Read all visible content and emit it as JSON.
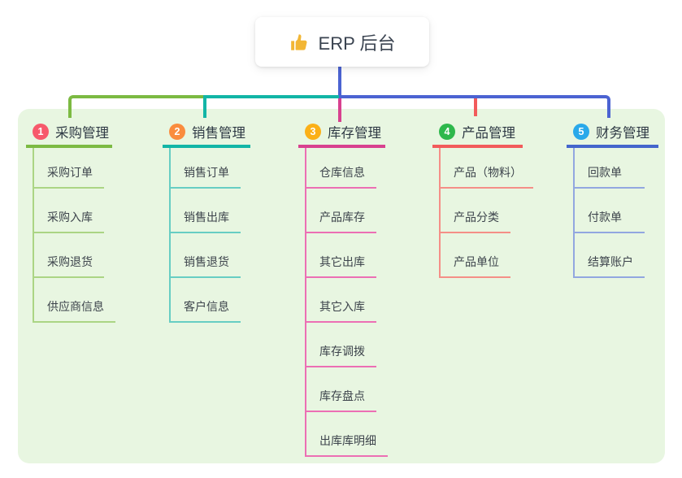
{
  "root": {
    "title": "ERP 后台",
    "icon": "thumbs-up",
    "icon_color": "#f2b636",
    "stem_color": "#4b63d2"
  },
  "panel": {
    "background_color": "#e8f6e1"
  },
  "branches": [
    {
      "index": "1",
      "label": "采购管理",
      "badge_color": "#f7596b",
      "line_color": "#7cba42",
      "child_line_color": "#abd584",
      "children": [
        "采购订单",
        "采购入库",
        "采购退货",
        "供应商信息"
      ]
    },
    {
      "index": "2",
      "label": "销售管理",
      "badge_color": "#fa8c3e",
      "line_color": "#12b5a6",
      "child_line_color": "#67cdc3",
      "children": [
        "销售订单",
        "销售出库",
        "销售退货",
        "客户信息"
      ]
    },
    {
      "index": "3",
      "label": "库存管理",
      "badge_color": "#fbb017",
      "line_color": "#d8418f",
      "child_line_color": "#ec6fb4",
      "children": [
        "仓库信息",
        "产品库存",
        "其它出库",
        "其它入库",
        "库存调拨",
        "库存盘点",
        "出库库明细"
      ]
    },
    {
      "index": "4",
      "label": "产品管理",
      "badge_color": "#2eb84c",
      "line_color": "#f25b5b",
      "child_line_color": "#f58f87",
      "children": [
        "产品（物料）",
        "产品分类",
        "产品单位"
      ]
    },
    {
      "index": "5",
      "label": "财务管理",
      "badge_color": "#29a9ea",
      "line_color": "#4466cc",
      "child_line_color": "#92a7e0",
      "children": [
        "回款单",
        "付款单",
        "结算账户"
      ]
    }
  ]
}
